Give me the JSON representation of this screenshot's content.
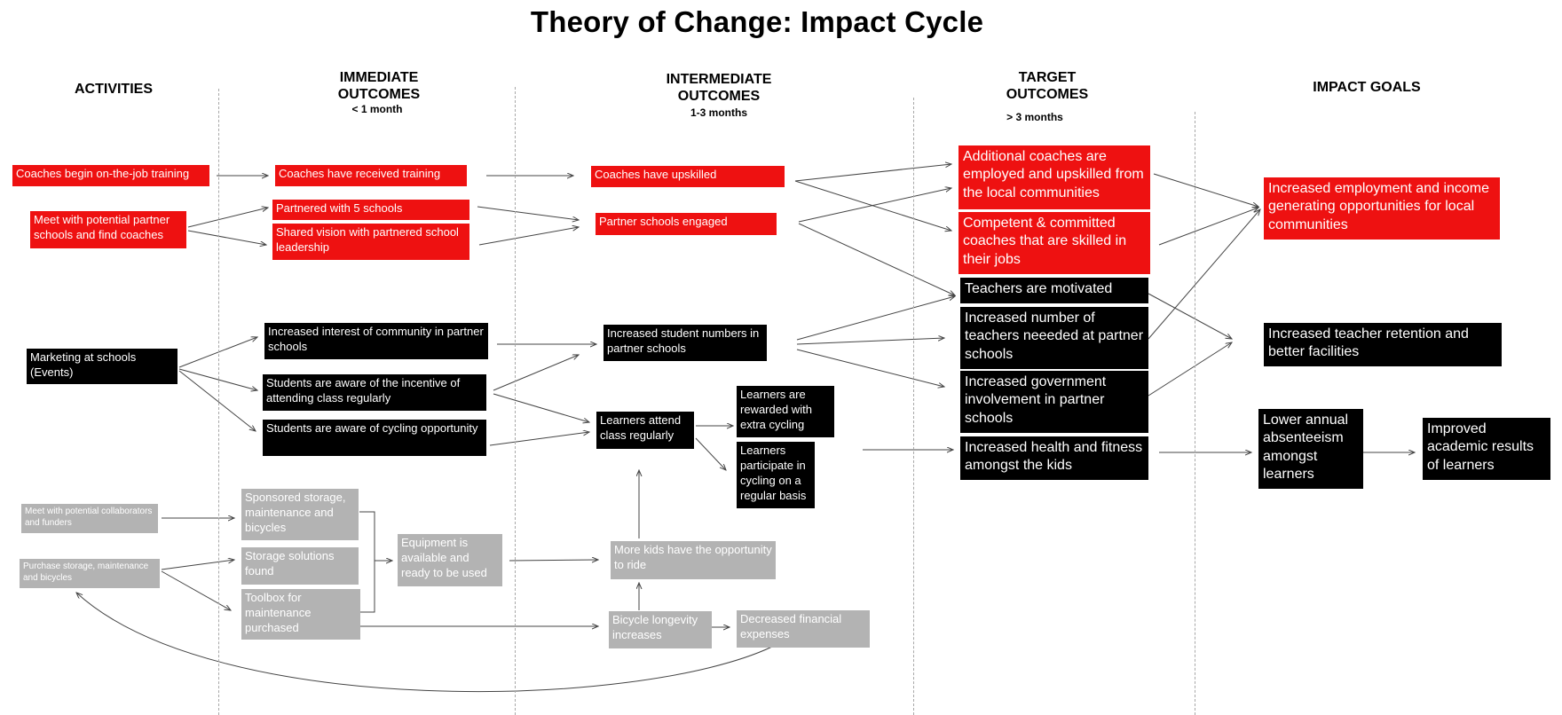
{
  "title": "Theory of Change: Impact Cycle",
  "columns": {
    "activities": "ACTIVITIES",
    "immediate": "IMMEDIATE OUTCOMES",
    "immediate_sub": "< 1 month",
    "intermediate": "INTERMEDIATE OUTCOMES",
    "intermediate_sub": "1-3 months",
    "target": "TARGET OUTCOMES",
    "target_sub": "> 3 months",
    "impact": "IMPACT GOALS"
  },
  "nodes": {
    "a1": "Coaches begin on-the-job training",
    "a2": "Meet with potential partner schools and find coaches",
    "a3": "Marketing at schools (Events)",
    "a4": "Meet with potential collaborators and funders",
    "a5": "Purchase storage, maintenance and bicycles",
    "i1": "Coaches have received training",
    "i2": "Partnered with 5 schools",
    "i3": "Shared vision with partnered school leadership",
    "i4": "Increased interest of community in partner schools",
    "i5": "Students are aware of the incentive of attending class regularly",
    "i6": "Students are aware of cycling opportunity",
    "i7": "Sponsored storage, maintenance and bicycles",
    "i8": "Storage solutions found",
    "i9": "Toolbox for maintenance purchased",
    "e1": "Equipment is available and ready to be used",
    "m1": "Coaches have upskilled",
    "m2": "Partner schools engaged",
    "m3": "Increased student numbers in partner schools",
    "m4": "Learners attend class regularly",
    "m5": "Learners are rewarded with extra cycling",
    "m6": "Learners participate in cycling on a regular basis",
    "m7": "More kids have the opportunity to ride",
    "m8": "Bicycle longevity increases",
    "m9": "Decreased financial expenses",
    "t1": "Additional coaches are employed and upskilled from the local communities",
    "t2": "Competent & committed coaches that are skilled in their jobs",
    "t3": "Teachers are motivated",
    "t4": "Increased number of teachers neeeded at partner schools",
    "t5": "Increased government involvement in partner schools",
    "t6": "Increased health  and fitness amongst the kids",
    "g1": "Increased employment and income generating opportunities for local communities",
    "g2": "Increased teacher retention and better facilities",
    "g3": "Lower annual absenteeism amongst learners",
    "g4": "Improved academic results of learners"
  },
  "colors": {
    "red": "#ee1111",
    "black": "#000000",
    "grey": "#b3b3b3",
    "arrow": "#444444",
    "divider": "#a8a8a8"
  }
}
